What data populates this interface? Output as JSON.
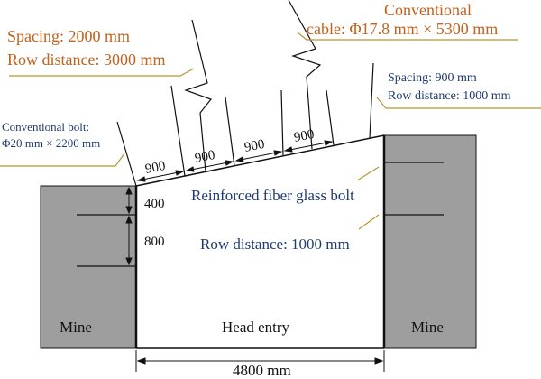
{
  "labels": {
    "spacing_left": "Spacing: 2000 mm",
    "row_left": "Row distance: 3000 mm",
    "conventional_cable_1": "Conventional",
    "conventional_cable_2": "cable: Φ17.8 mm × 5300 mm",
    "spacing_right": "Spacing: 900 mm",
    "row_right": "Row distance: 1000 mm",
    "bolt_1": "Conventional bolt:",
    "bolt_2": "Φ20 mm × 2200 mm",
    "reinforced": "Reinforced fiber glass bolt",
    "row_mid": "Row distance: 1000 mm",
    "mine_left": "Mine",
    "mine_right": "Mine",
    "head_entry": "Head entry",
    "width": "4800 mm",
    "dim_400": "400",
    "dim_800": "800",
    "top_dims": [
      "900",
      "900",
      "900",
      "900"
    ]
  },
  "colors": {
    "mine_fill": "#9e9e9e",
    "orange_text": "#c0621e",
    "navy_text": "#1f3a6e",
    "leader_gold": "#b8962e"
  }
}
